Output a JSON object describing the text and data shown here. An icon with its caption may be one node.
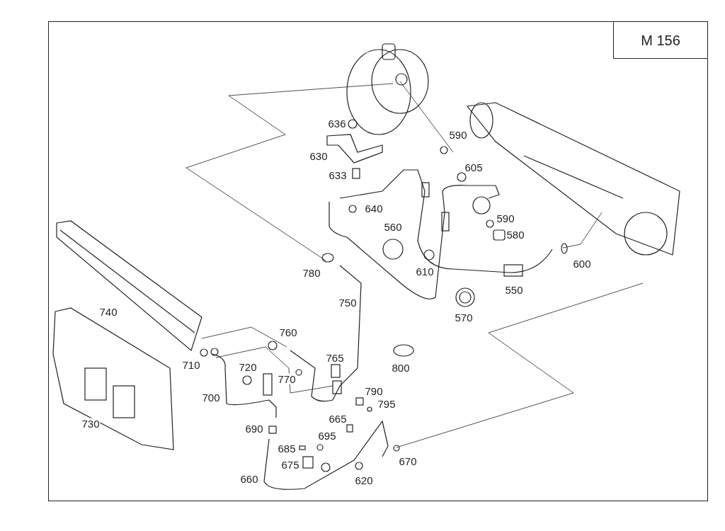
{
  "diagram": {
    "nodes": [
      {
        "text": [
          "M 156"
        ]
      }
    ],
    "labels": [
      "636",
      "590",
      "630",
      "605",
      "633",
      "640",
      "590",
      "560",
      "580",
      "780",
      "610",
      "600",
      "550",
      "740",
      "750",
      "570",
      "760",
      "710",
      "765",
      "800",
      "720",
      "770",
      "700",
      "790",
      "795",
      "730",
      "665",
      "690",
      "695",
      "685",
      "670",
      "675",
      "620",
      "660"
    ]
  }
}
